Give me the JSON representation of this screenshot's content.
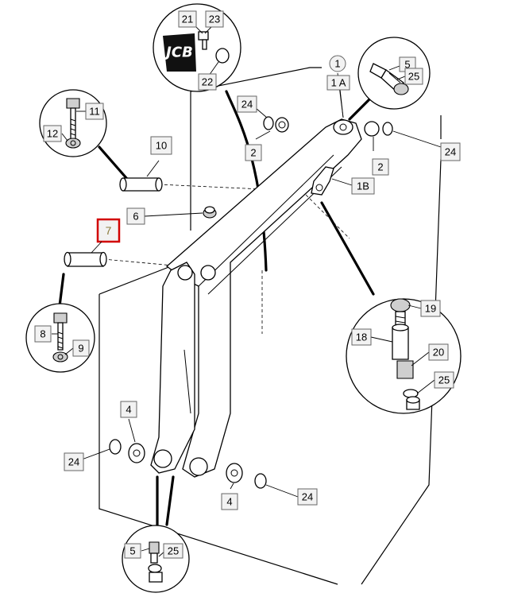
{
  "diagram": {
    "logo": {
      "text": "JCB"
    },
    "highlighted_callout": "7",
    "callouts": [
      {
        "id": "1",
        "label": "1"
      },
      {
        "id": "1a",
        "label": "1 A"
      },
      {
        "id": "1b",
        "label": "1B"
      },
      {
        "id": "2a",
        "label": "2"
      },
      {
        "id": "2b",
        "label": "2"
      },
      {
        "id": "4a",
        "label": "4"
      },
      {
        "id": "4b",
        "label": "4"
      },
      {
        "id": "5a",
        "label": "5"
      },
      {
        "id": "5b",
        "label": "5"
      },
      {
        "id": "6",
        "label": "6"
      },
      {
        "id": "8",
        "label": "8"
      },
      {
        "id": "9",
        "label": "9"
      },
      {
        "id": "10",
        "label": "10"
      },
      {
        "id": "11",
        "label": "11"
      },
      {
        "id": "12",
        "label": "12"
      },
      {
        "id": "18",
        "label": "18"
      },
      {
        "id": "19",
        "label": "19"
      },
      {
        "id": "20",
        "label": "20"
      },
      {
        "id": "21",
        "label": "21"
      },
      {
        "id": "22",
        "label": "22"
      },
      {
        "id": "23",
        "label": "23"
      },
      {
        "id": "24a",
        "label": "24"
      },
      {
        "id": "24b",
        "label": "24"
      },
      {
        "id": "24c",
        "label": "24"
      },
      {
        "id": "24d",
        "label": "24"
      },
      {
        "id": "25a",
        "label": "25"
      },
      {
        "id": "25b",
        "label": "25"
      },
      {
        "id": "25c",
        "label": "25"
      }
    ]
  }
}
